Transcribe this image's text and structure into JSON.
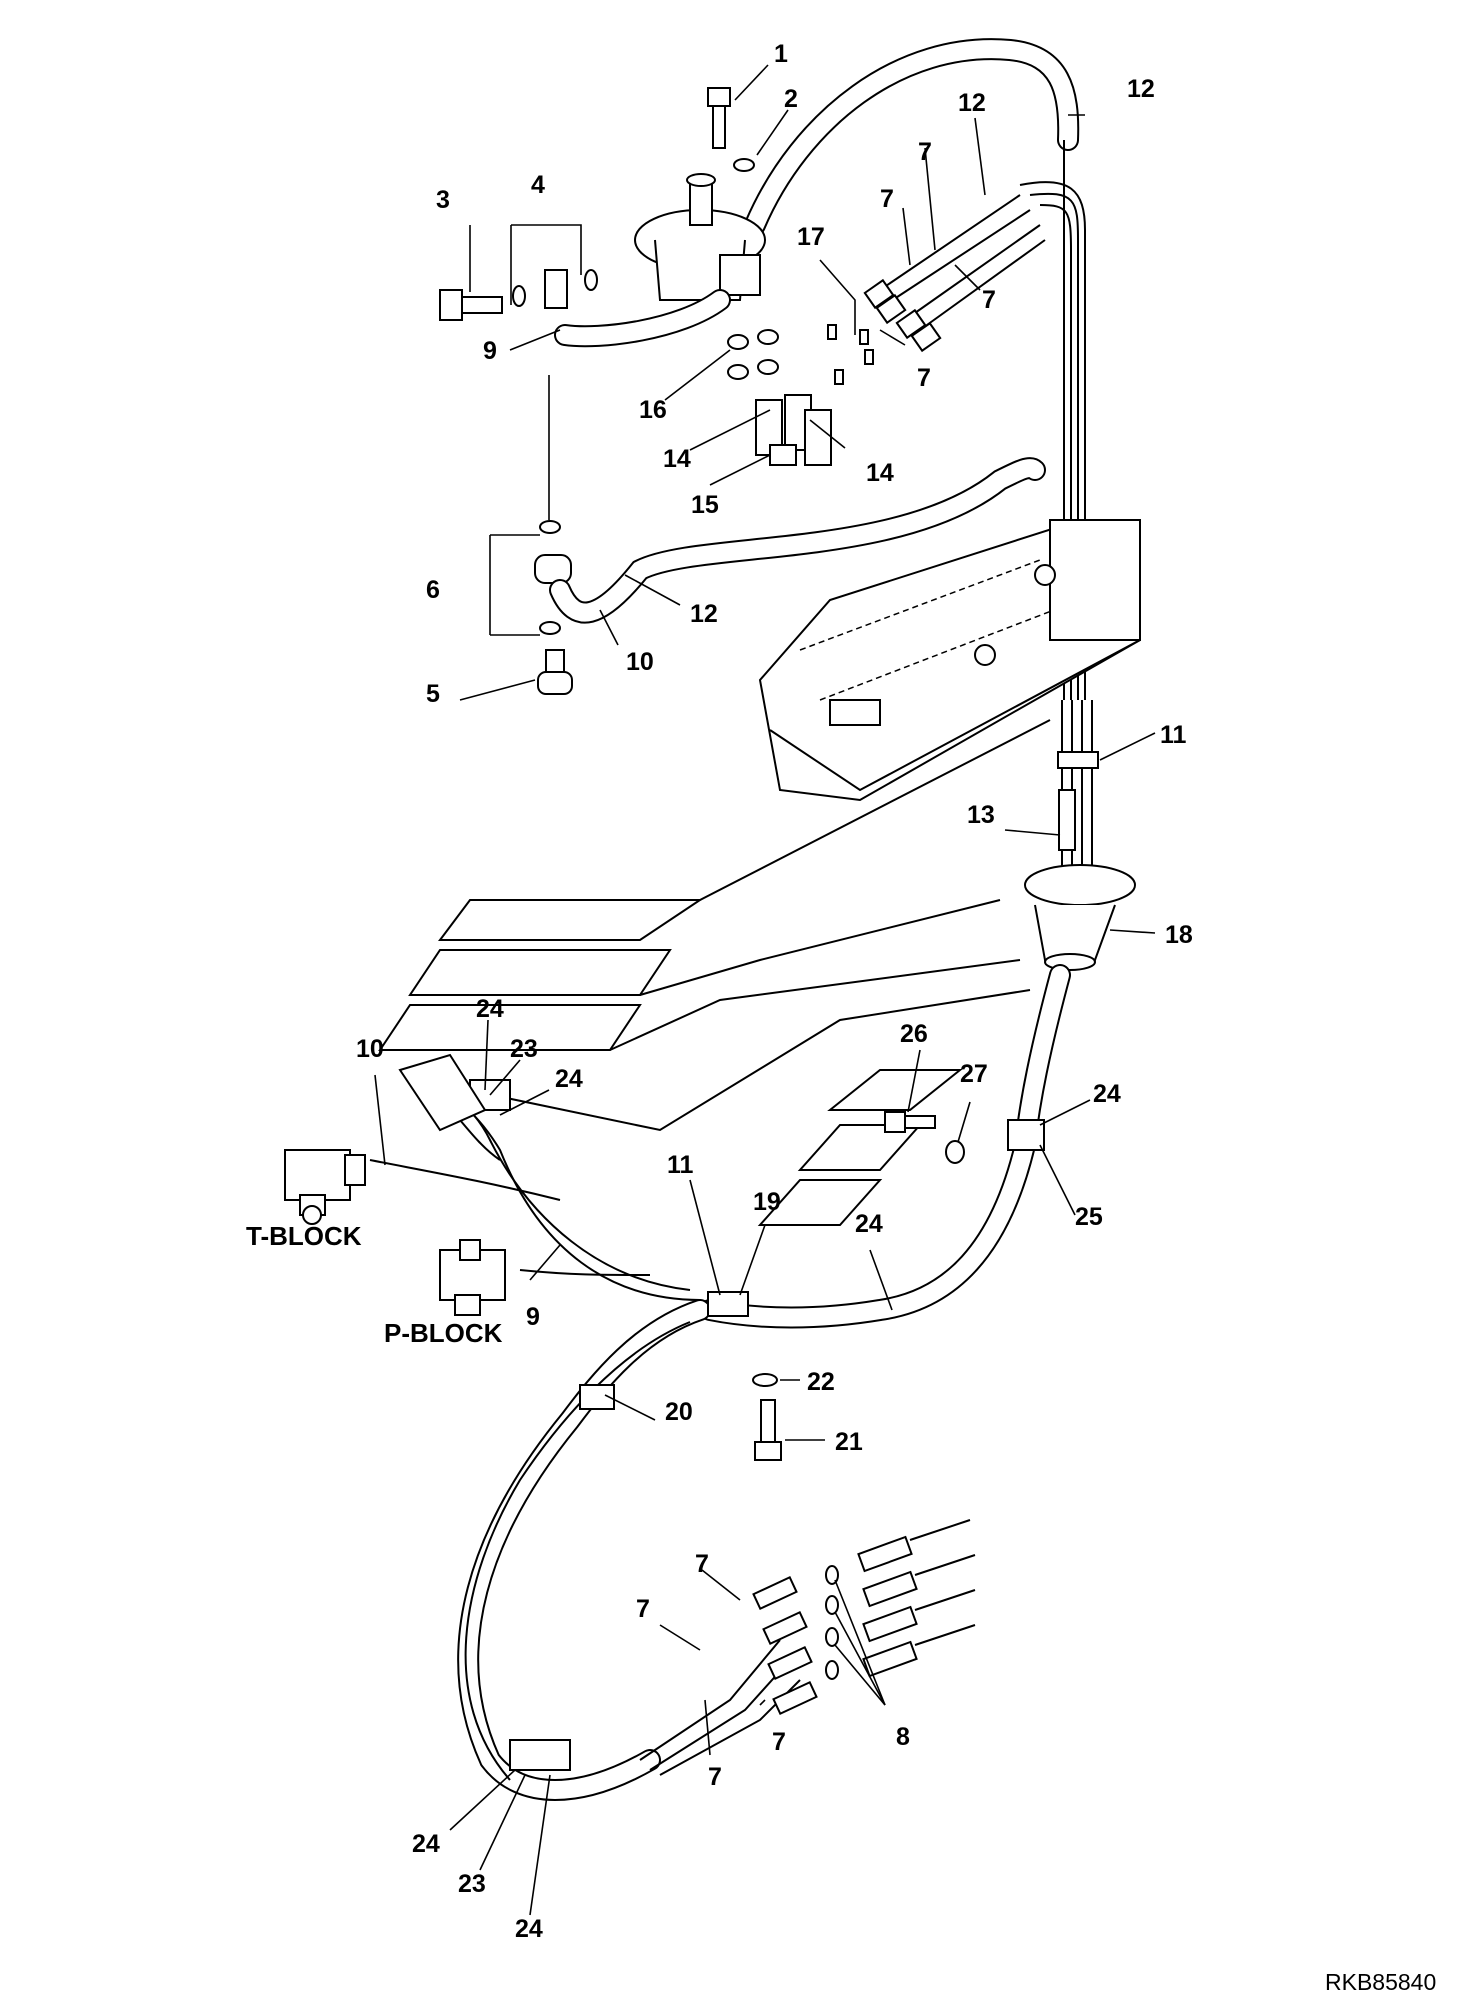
{
  "document_code": "RKB85840",
  "block_labels": {
    "t_block": "T-BLOCK",
    "p_block": "P-BLOCK"
  },
  "callouts": [
    {
      "id": "c1",
      "text": "1"
    },
    {
      "id": "c2",
      "text": "2"
    },
    {
      "id": "c3",
      "text": "3"
    },
    {
      "id": "c4",
      "text": "4"
    },
    {
      "id": "c9a",
      "text": "9"
    },
    {
      "id": "c12a",
      "text": "12"
    },
    {
      "id": "c12b",
      "text": "12"
    },
    {
      "id": "c7a",
      "text": "7"
    },
    {
      "id": "c7b",
      "text": "7"
    },
    {
      "id": "c7c",
      "text": "7"
    },
    {
      "id": "c7d",
      "text": "7"
    },
    {
      "id": "c17",
      "text": "17"
    },
    {
      "id": "c16",
      "text": "16"
    },
    {
      "id": "c14a",
      "text": "14"
    },
    {
      "id": "c14b",
      "text": "14"
    },
    {
      "id": "c15",
      "text": "15"
    },
    {
      "id": "c6",
      "text": "6"
    },
    {
      "id": "c12c",
      "text": "12"
    },
    {
      "id": "c10a",
      "text": "10"
    },
    {
      "id": "c5",
      "text": "5"
    },
    {
      "id": "c11a",
      "text": "11"
    },
    {
      "id": "c13",
      "text": "13"
    },
    {
      "id": "c18",
      "text": "18"
    },
    {
      "id": "c24a",
      "text": "24"
    },
    {
      "id": "c23a",
      "text": "23"
    },
    {
      "id": "c10b",
      "text": "10"
    },
    {
      "id": "c24b",
      "text": "24"
    },
    {
      "id": "c26",
      "text": "26"
    },
    {
      "id": "c27",
      "text": "27"
    },
    {
      "id": "c24c",
      "text": "24"
    },
    {
      "id": "c11b",
      "text": "11"
    },
    {
      "id": "c19",
      "text": "19"
    },
    {
      "id": "c25",
      "text": "25"
    },
    {
      "id": "c24d",
      "text": "24"
    },
    {
      "id": "c9b",
      "text": "9"
    },
    {
      "id": "c22",
      "text": "22"
    },
    {
      "id": "c20",
      "text": "20"
    },
    {
      "id": "c21",
      "text": "21"
    },
    {
      "id": "c7e",
      "text": "7"
    },
    {
      "id": "c7f",
      "text": "7"
    },
    {
      "id": "c7g",
      "text": "7"
    },
    {
      "id": "c7h",
      "text": "7"
    },
    {
      "id": "c8",
      "text": "8"
    },
    {
      "id": "c24e",
      "text": "24"
    },
    {
      "id": "c23b",
      "text": "23"
    },
    {
      "id": "c24f",
      "text": "24"
    }
  ]
}
